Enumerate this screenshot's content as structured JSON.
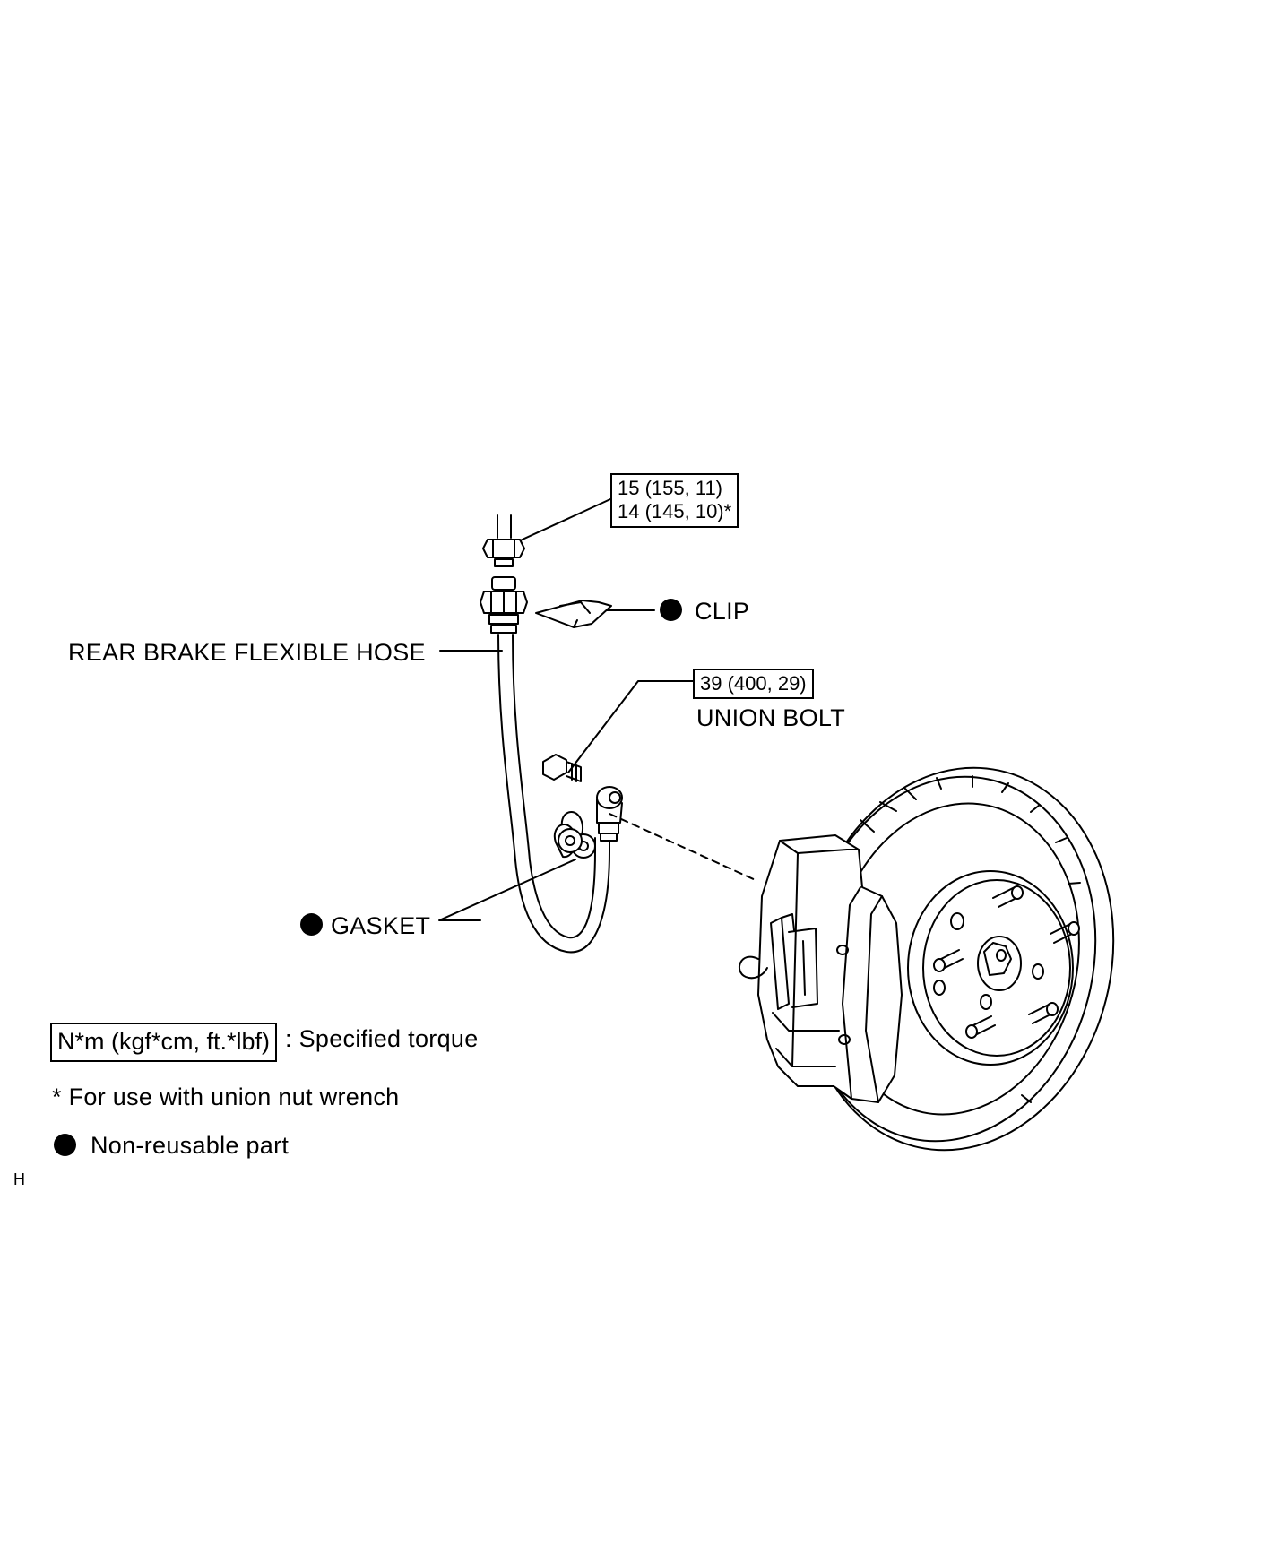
{
  "torque_top": {
    "line1": "15 (155, 11)",
    "line2": "14 (145, 10)*"
  },
  "torque_union_bolt": "39 (400, 29)",
  "labels": {
    "clip": "CLIP",
    "union_bolt": "UNION BOLT",
    "hose": "REAR BRAKE FLEXIBLE HOSE",
    "gasket": "GASKET"
  },
  "legend": {
    "torque_box": "N*m (kgf*cm, ft.*lbf)",
    "torque_desc": ": Specified torque",
    "union_nut_note": "* For use with union nut wrench",
    "non_reusable": "Non-reusable part"
  },
  "corner_mark": "H"
}
